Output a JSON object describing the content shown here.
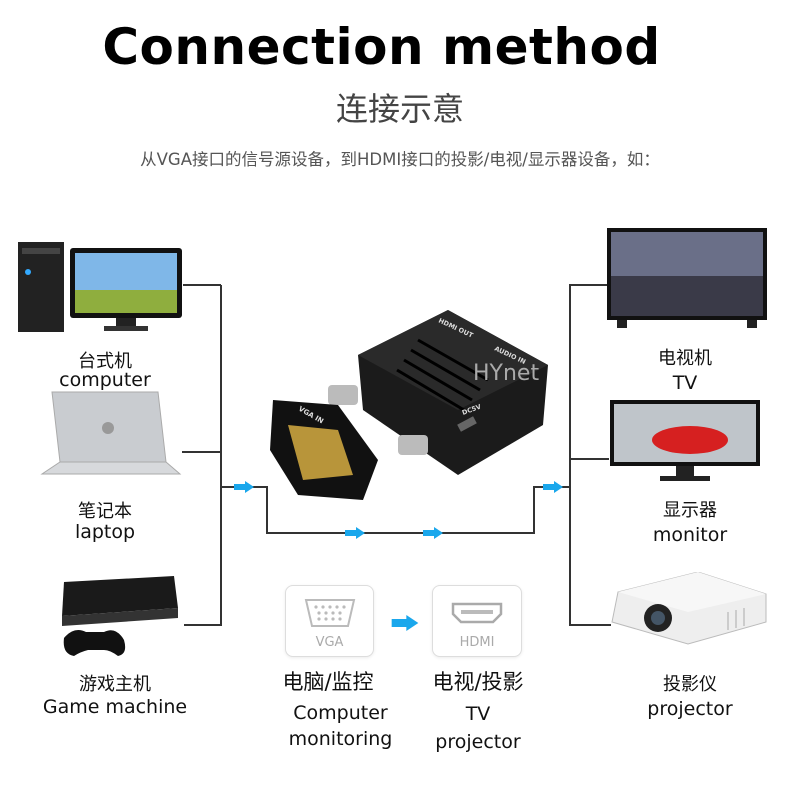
{
  "title": "Connection method",
  "subtitle": "连接示意",
  "description": "从VGA接口的信号源设备，到HDMI接口的投影/电视/显示器设备，如：",
  "adapter": {
    "brand": "HYnet",
    "ports": [
      "HDMI OUT",
      "AUDIO IN",
      "VGA IN",
      "DC5V"
    ]
  },
  "sources": [
    {
      "cn": "台式机",
      "en": "computer"
    },
    {
      "cn": "笔记本",
      "en": "laptop"
    },
    {
      "cn": "游戏主机",
      "en": "Game machine"
    }
  ],
  "outputs": [
    {
      "cn": "电视机",
      "en": "TV"
    },
    {
      "cn": "显示器",
      "en": "monitor"
    },
    {
      "cn": "投影仪",
      "en": "projector"
    }
  ],
  "legend": {
    "vga": {
      "port": "VGA",
      "cn": "电脑/监控",
      "en": "Computer\nmonitoring"
    },
    "hdmi": {
      "port": "HDMI",
      "cn": "电视/投影",
      "en": "TV\nprojector"
    }
  },
  "colors": {
    "arrow": "#1aa7ec",
    "line": "#333333"
  }
}
